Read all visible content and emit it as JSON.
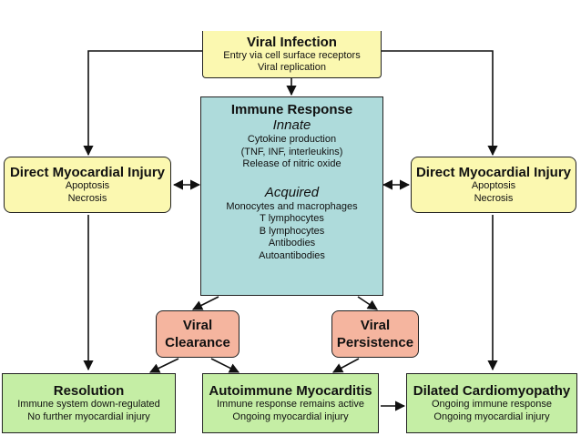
{
  "viral_infection": {
    "title": "Viral Infection",
    "lines": [
      "Entry via cell surface receptors",
      "Viral replication"
    ]
  },
  "immune_response": {
    "title": "Immune Response",
    "innate": {
      "heading": "Innate",
      "lines": [
        "Cytokine production",
        "(TNF, INF, interleukins)",
        "Release of nitric oxide"
      ]
    },
    "acquired": {
      "heading": "Acquired",
      "lines": [
        "Monocytes and macrophages",
        "T lymphocytes",
        "B lymphocytes",
        "Antibodies",
        "Autoantibodies"
      ]
    }
  },
  "injury_left": {
    "title": "Direct Myocardial Injury",
    "lines": [
      "Apoptosis",
      "Necrosis"
    ]
  },
  "injury_right": {
    "title": "Direct Myocardial Injury",
    "lines": [
      "Apoptosis",
      "Necrosis"
    ]
  },
  "viral_clearance": {
    "line1": "Viral",
    "line2": "Clearance"
  },
  "viral_persistence": {
    "line1": "Viral",
    "line2": "Persistence"
  },
  "resolution": {
    "title": "Resolution",
    "lines": [
      "Immune system down-regulated",
      "No further myocardial injury"
    ]
  },
  "autoimmune": {
    "title": "Autoimmune Myocarditis",
    "lines": [
      "Immune response remains active",
      "Ongoing myocardial injury"
    ]
  },
  "dilated": {
    "title": "Dilated Cardiomyopathy",
    "lines": [
      "Ongoing immune response",
      "Ongoing myocardial injury"
    ]
  },
  "colors": {
    "yellow": "#fbf8b0",
    "blue": "#aedbdb",
    "salmon": "#f5b59f",
    "green": "#c5eea5",
    "line": "#111111"
  }
}
